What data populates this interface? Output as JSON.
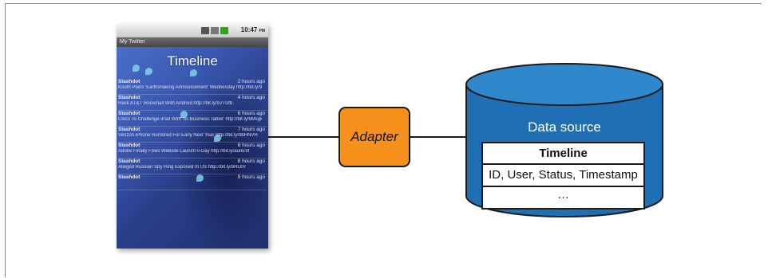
{
  "phone": {
    "status_time": "10:47",
    "status_ampm": "PM",
    "app_title": "My Twitter",
    "screen_title": "Timeline",
    "tweets": [
      {
        "user": "Slashdot",
        "time": "2 hours ago",
        "text": "Kouth Plans 'Earthshaking Announcement' Wednesday http://bit.ly/9S0Bb"
      },
      {
        "user": "Slashdot",
        "time": "4 hours ago",
        "text": "Hack AT&T Voicemail With Android http://bit.ly/9JTGfb"
      },
      {
        "user": "Slashdot",
        "time": "6 hours ago",
        "text": "Cisco To Challenge iPad With 'Its Business Tablet' http://bit.ly/9MsgkH"
      },
      {
        "user": "Slashdot",
        "time": "7 hours ago",
        "text": "Verizon iPhone Rumored For Early Next Year http://bit.ly/9bHNVH"
      },
      {
        "user": "Slashdot",
        "time": "8 hours ago",
        "text": "Adobe Finally Fixes Website Launch 0-Day http://bit.ly/aunE9t"
      },
      {
        "user": "Slashdot",
        "time": "8 hours ago",
        "text": "Alleged Russian Spy Ring Exposed In US http://bit.ly/9HIJIV"
      },
      {
        "user": "Slashdot",
        "time": "9 hours ago",
        "text": ""
      }
    ]
  },
  "adapter": {
    "label": "Adapter"
  },
  "datasource": {
    "label": "Data source",
    "table_header": "Timeline",
    "table_fields": "ID, User, Status, Timestamp",
    "table_more": "…"
  },
  "colors": {
    "adapter_fill": "#f6911e",
    "cylinder_fill": "#1f6fb5",
    "cylinder_top": "#2f88cc"
  }
}
